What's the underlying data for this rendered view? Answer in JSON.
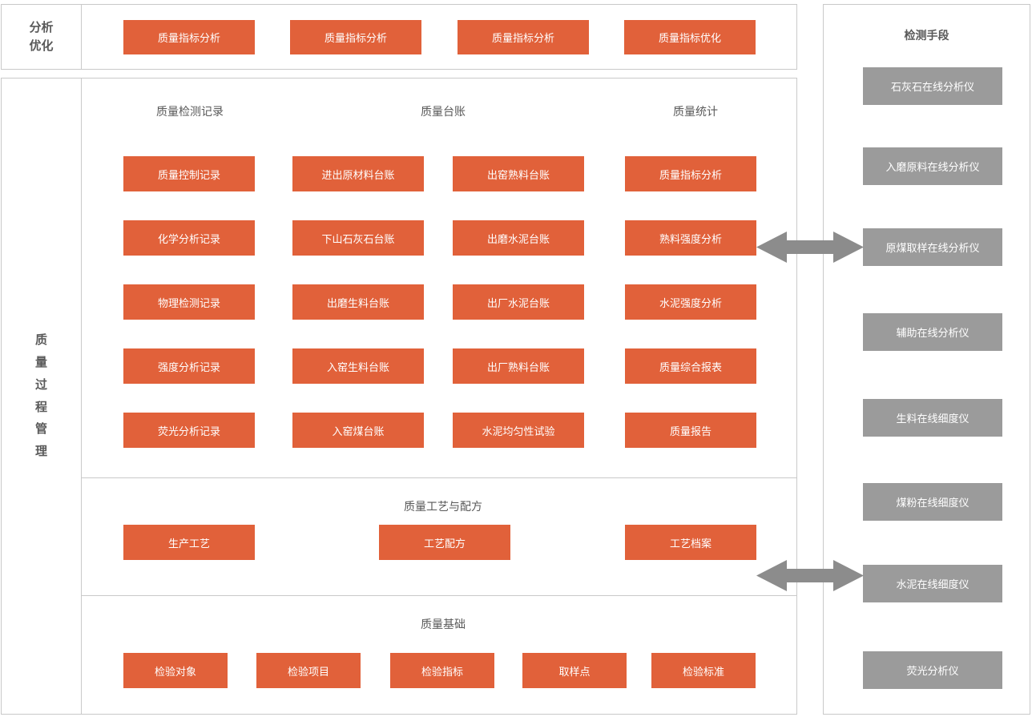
{
  "diagram": {
    "title": "质量过程管理",
    "colors": {
      "node_orange": "#e1613a",
      "node_grey": "#9b9b9b",
      "border": "#c9c9c9",
      "text": "#595959",
      "arrow": "#8c8c8c"
    }
  },
  "analysis_panel": {
    "side_title_chars": [
      "分析",
      "优化"
    ],
    "nodes": [
      {
        "label": "质量指标分析"
      },
      {
        "label": "质量指标分析"
      },
      {
        "label": "质量指标分析"
      },
      {
        "label": "质量指标优化"
      }
    ]
  },
  "main_panel": {
    "side_title_chars": [
      "质",
      "量",
      "过",
      "程",
      "管",
      "理"
    ],
    "sections": [
      {
        "name": "records-ledger-statistics",
        "headings": [
          {
            "label": "质量检测记录"
          },
          {
            "label": "质量台账"
          },
          {
            "label": "质量统计"
          }
        ],
        "columns": [
          {
            "heading": "质量检测记录",
            "nodes": [
              {
                "label": "质量控制记录"
              },
              {
                "label": "化学分析记录"
              },
              {
                "label": "物理检测记录"
              },
              {
                "label": "强度分析记录"
              },
              {
                "label": "荧光分析记录"
              }
            ]
          },
          {
            "heading": "质量台账",
            "nodes": [
              {
                "label": "进出原材料台账"
              },
              {
                "label": "下山石灰石台账"
              },
              {
                "label": "出磨生料台账"
              },
              {
                "label": "入窑生料台账"
              },
              {
                "label": "入窑煤台账"
              }
            ]
          },
          {
            "heading": "质量台账",
            "nodes": [
              {
                "label": "出窑熟料台账"
              },
              {
                "label": "出磨水泥台账"
              },
              {
                "label": "出厂水泥台账"
              },
              {
                "label": "出厂熟料台账"
              },
              {
                "label": "水泥均匀性试验"
              }
            ]
          },
          {
            "heading": "质量统计",
            "nodes": [
              {
                "label": "质量指标分析"
              },
              {
                "label": "熟料强度分析"
              },
              {
                "label": "水泥强度分析"
              },
              {
                "label": "质量综合报表"
              },
              {
                "label": "质量报告"
              }
            ]
          }
        ]
      },
      {
        "name": "process-formula",
        "heading": "质量工艺与配方",
        "nodes": [
          {
            "label": "生产工艺"
          },
          {
            "label": "工艺配方"
          },
          {
            "label": "工艺档案"
          }
        ]
      },
      {
        "name": "quality-foundation",
        "heading": "质量基础",
        "nodes": [
          {
            "label": "检验对象"
          },
          {
            "label": "检验项目"
          },
          {
            "label": "检验指标"
          },
          {
            "label": "取样点"
          },
          {
            "label": "检验标准"
          }
        ]
      }
    ]
  },
  "detection_panel": {
    "title": "检测手段",
    "nodes": [
      {
        "label": "石灰石在线分析仪"
      },
      {
        "label": "入磨原料在线分析仪"
      },
      {
        "label": "原煤取样在线分析仪"
      },
      {
        "label": "辅助在线分析仪"
      },
      {
        "label": "生料在线细度仪"
      },
      {
        "label": "煤粉在线细度仪"
      },
      {
        "label": "水泥在线细度仪"
      },
      {
        "label": "荧光分析仪"
      }
    ]
  },
  "connectors": [
    {
      "name": "arrow-statistics-to-coal-analyzer",
      "type": "double-arrow"
    },
    {
      "name": "arrow-process-to-fineness-meter",
      "type": "double-arrow"
    }
  ]
}
